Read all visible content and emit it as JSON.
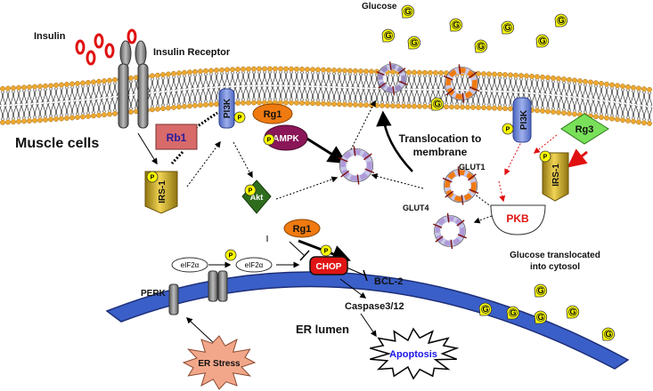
{
  "labels": {
    "insulin": "Insulin",
    "insulin_receptor": "Insulin Receptor",
    "glucose": "Glucose",
    "muscle_cells": "Muscle cells",
    "translocation": [
      "Translocation to",
      "membrane"
    ],
    "glut1": "GLUT1",
    "glut4": "GLUT4",
    "glucose_translocated": [
      "Glucose translocated",
      "into cytosol"
    ],
    "bcl2": "BCL-2",
    "caspase": "Caspase3/12",
    "er_lumen": "ER lumen",
    "perk": "PERK"
  },
  "nodes": {
    "rb1": "Rb1",
    "pi3k_left": "PI3K",
    "pi3k_right": "PI3K",
    "irs1_left": "IRS-1",
    "irs1_right": "IRS-1",
    "rg1_top": "Rg1",
    "ampk": "AMPK",
    "akt": "Akt",
    "rg3": "Rg3",
    "pkb": "PKB",
    "rg1_mid": "Rg1",
    "chop": "CHOP",
    "eif2a_1": "eIF2α",
    "eif2a_2": "eIF2α",
    "apoptosis": "Apoptosis",
    "er_stress": "ER Stress"
  },
  "symbols": {
    "phospho": "P",
    "glucose": "G"
  },
  "colors": {
    "membrane_head": "#f0a830",
    "receptor": "#8c8c8c",
    "insulin": "#e01010",
    "pi3k": "#6f86d6",
    "irs1": "#c9a51c",
    "rg1": "#ef7a10",
    "ampk": "#8a1658",
    "akt": "#2f6d1e",
    "rg3": "#79e05a",
    "rb1": "#d86a6a",
    "chop": "#e01414",
    "er_membrane": "#3a5fc8",
    "glucose": "#ffff00",
    "phospho": "#ffff00",
    "apoptosis_text": "#1a14e6",
    "er_stress": "#f2a78a"
  }
}
